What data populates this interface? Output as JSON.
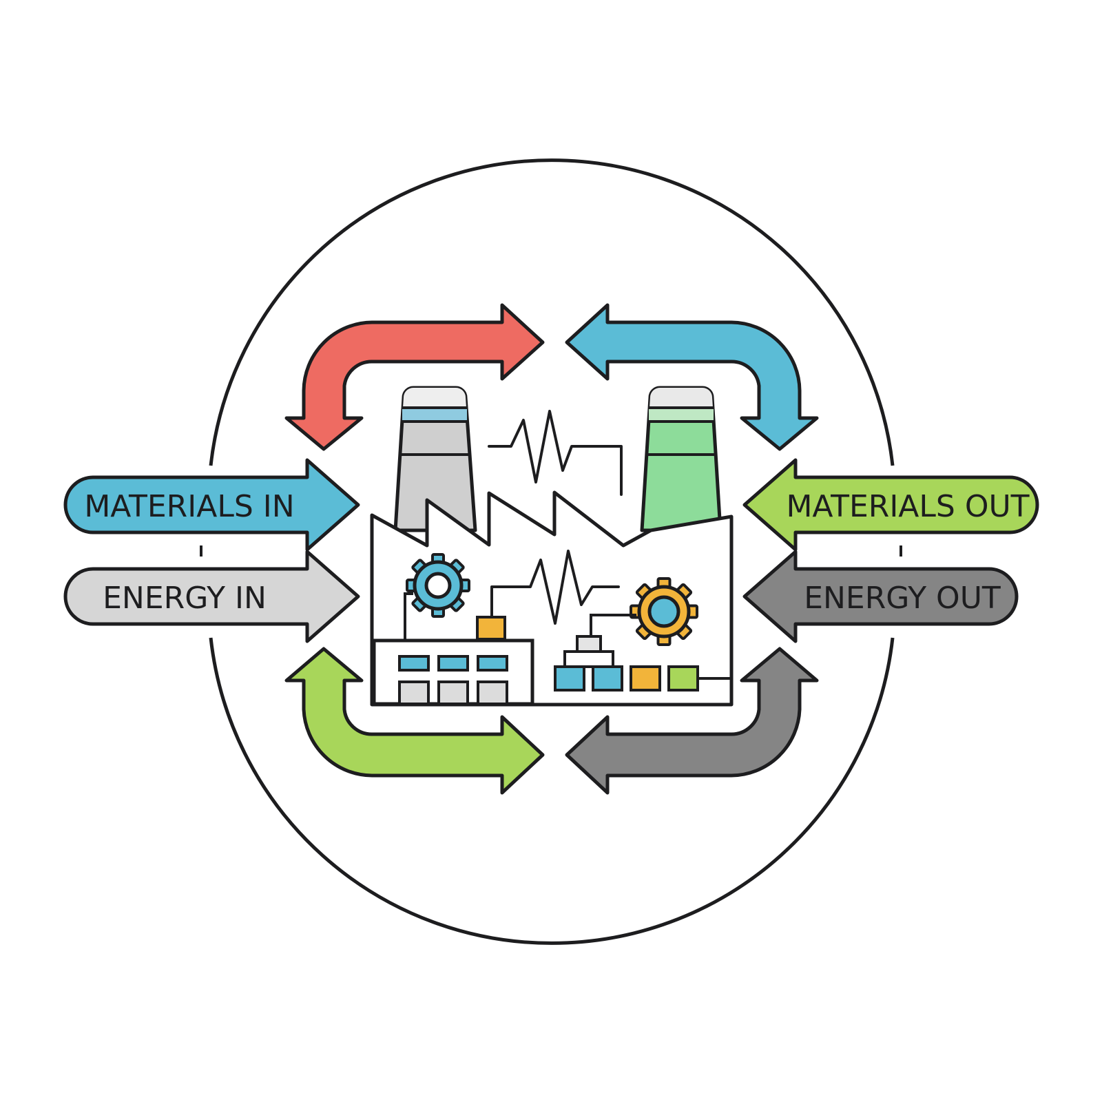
{
  "labels": {
    "materials_in": "MATERIALS IN",
    "energy_in": "ENERGY IN",
    "materials_out": "MATERIALS OUT",
    "energy_out": "ENERGY OUT"
  },
  "colors": {
    "outline": "#1d1d1f",
    "red": "#ee6b62",
    "blue": "#5bbcd6",
    "green": "#a8d65a",
    "dark_gray": "#858585",
    "light_gray": "#d6d6d6",
    "yellow": "#f2b43a",
    "stack_green": "#8ddc9a",
    "stack_gray": "#cfcfcf"
  },
  "icons": {
    "gear_left": "gear-icon",
    "gear_right": "gear-icon",
    "pulse_top": "pulse-icon",
    "pulse_center": "pulse-icon",
    "factory": "factory-icon"
  }
}
